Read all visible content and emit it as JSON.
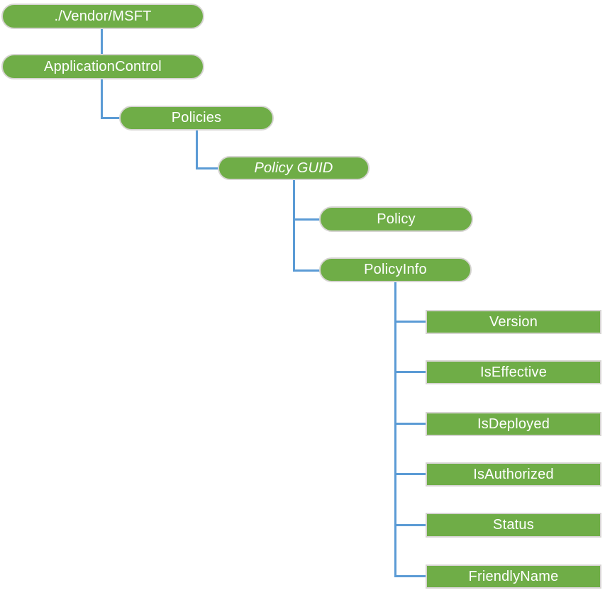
{
  "colors": {
    "node_fill": "#6FAD47",
    "node_border": "#D6D4D2",
    "node_text": "#FFFFFF",
    "connector": "#5B9BD5",
    "background": "#FFFFFF"
  },
  "nodes": [
    {
      "label": "./Vendor/MSFT",
      "shape": "pill",
      "italic": false
    },
    {
      "label": "ApplicationControl",
      "shape": "pill",
      "italic": false
    },
    {
      "label": "Policies",
      "shape": "pill",
      "italic": false
    },
    {
      "label": "Policy GUID",
      "shape": "pill",
      "italic": true
    },
    {
      "label": "Policy",
      "shape": "pill",
      "italic": false
    },
    {
      "label": "PolicyInfo",
      "shape": "pill",
      "italic": false
    },
    {
      "label": "Version",
      "shape": "rect",
      "italic": false
    },
    {
      "label": "IsEffective",
      "shape": "rect",
      "italic": false
    },
    {
      "label": "IsDeployed",
      "shape": "rect",
      "italic": false
    },
    {
      "label": "IsAuthorized",
      "shape": "rect",
      "italic": false
    },
    {
      "label": "Status",
      "shape": "rect",
      "italic": false
    },
    {
      "label": "FriendlyName",
      "shape": "rect",
      "italic": false
    }
  ],
  "edges": [
    {
      "from": "./Vendor/MSFT",
      "to": "ApplicationControl"
    },
    {
      "from": "ApplicationControl",
      "to": "Policies"
    },
    {
      "from": "Policies",
      "to": "Policy GUID"
    },
    {
      "from": "Policy GUID",
      "to": "Policy"
    },
    {
      "from": "Policy GUID",
      "to": "PolicyInfo"
    },
    {
      "from": "PolicyInfo",
      "to": "Version"
    },
    {
      "from": "PolicyInfo",
      "to": "IsEffective"
    },
    {
      "from": "PolicyInfo",
      "to": "IsDeployed"
    },
    {
      "from": "PolicyInfo",
      "to": "IsAuthorized"
    },
    {
      "from": "PolicyInfo",
      "to": "Status"
    },
    {
      "from": "PolicyInfo",
      "to": "FriendlyName"
    }
  ]
}
